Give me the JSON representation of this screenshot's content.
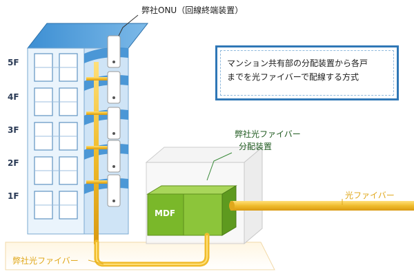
{
  "labels": {
    "onu": "弊社ONU（回線終端装置）",
    "description": "マンション共有部の分配装置から各戸\nまでを光ファイバーで配線する方式",
    "splitter_line1": "弊社光ファイバー",
    "splitter_line2": "分配装置",
    "mdf": "MDF",
    "fiber_right": "光ファイバー",
    "fiber_bottom": "弊社光ファイバー"
  },
  "floors": [
    "5F",
    "4F",
    "3F",
    "2F",
    "1F"
  ],
  "colors": {
    "building_blue": "#3d8fd3",
    "fiber_yellow": "#f0bc2c",
    "mdf_green": "#7ab82a",
    "box_border": "#2f77b6",
    "leader_green": "#3a8a3a"
  }
}
